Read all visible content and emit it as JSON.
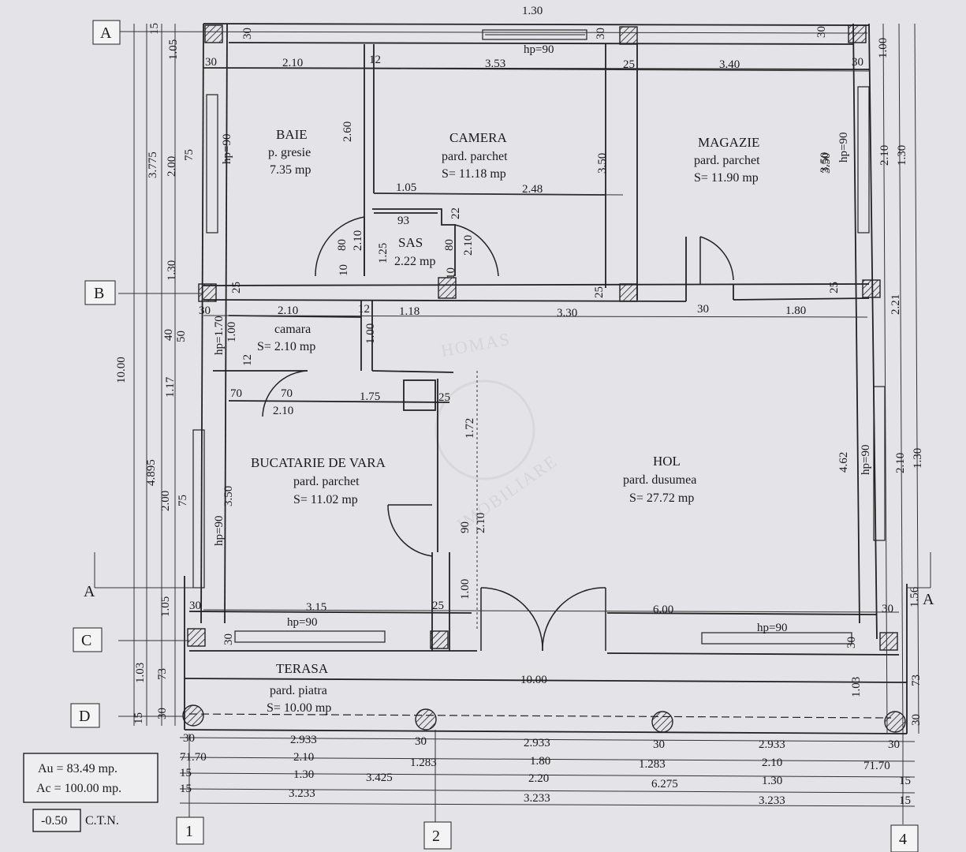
{
  "plan": {
    "grid_rows": [
      "A",
      "B",
      "C",
      "D"
    ],
    "grid_cols": [
      "1",
      "2",
      "4"
    ],
    "section_marker": "A",
    "rooms": {
      "baie": {
        "name": "BAIE",
        "finish": "p. gresie",
        "area": "7.35 mp"
      },
      "camera": {
        "name": "CAMERA",
        "finish": "pard. parchet",
        "area": "S= 11.18 mp"
      },
      "magazie": {
        "name": "MAGAZIE",
        "finish": "pard. parchet",
        "area": "S= 11.90 mp"
      },
      "sas": {
        "name": "SAS",
        "area": "2.22 mp"
      },
      "camara": {
        "name": "camara",
        "area": "S= 2.10 mp"
      },
      "bucatarie": {
        "name": "BUCATARIE DE VARA",
        "finish": "pard. parchet",
        "area": "S= 11.02 mp"
      },
      "hol": {
        "name": "HOL",
        "finish": "pard. dusumea",
        "area": "S= 27.72 mp"
      },
      "terasa": {
        "name": "TERASA",
        "finish": "pard. piatra",
        "area": "S= 10.00 mp"
      }
    },
    "summary": {
      "au": "Au =  83.49 mp.",
      "ac": "Ac = 100.00 mp."
    },
    "level": {
      "value": "-0.50",
      "label": "C.T.N."
    },
    "watermark": [
      "HOMAS",
      "IMOBILIARE"
    ],
    "dims": {
      "top_130": "1.30",
      "hp90_top": "hp=90",
      "r1_30a": "30",
      "r1_210": "2.10",
      "r1_12": "12",
      "r1_353": "3.53",
      "r1_25": "25",
      "r1_340": "3.40",
      "r1_30b": "30",
      "w_30a": "30",
      "w_30b": "30",
      "w_30c": "30",
      "baie_260": "2.60",
      "cam_105": "1.05",
      "cam_248": "2.48",
      "cam_350": "3.50",
      "mag_350": "3.50",
      "sas_93": "93",
      "sas_22": "22",
      "sas_80a": "80",
      "sas_210a": "2.10",
      "sas_125": "1.25",
      "sas_80b": "80",
      "sas_210b": "2.10",
      "sas_10a": "10",
      "sas_10b": "10",
      "bl_25a": "25",
      "bl_25b": "25",
      "bl_25c": "25",
      "r2_30": "30",
      "r2_210": "2.10",
      "r2_12": "12",
      "r2_118": "1.18",
      "r2_330": "3.30",
      "r2_30b": "30",
      "r2_180": "1.80",
      "r2_50": "50",
      "hp170": "hp=1.70",
      "d_100a": "1.00",
      "d_100b": "1.00",
      "d_12": "12",
      "k_70a": "70",
      "k_70b": "70",
      "k_210": "2.10",
      "k_175": "1.75",
      "k_25": "25",
      "k_172": "1.72",
      "k_350": "3.50",
      "hp90_l1": "hp=90",
      "hp90_l2": "hp=90",
      "hp90_r1": "hp=90",
      "hp90_r2": "hp=90",
      "hp90_c": "hp=90",
      "hp90_c2": "hp=90",
      "d_90": "90",
      "d_210c": "2.10",
      "d_100c": "1.00",
      "d_25d": "25",
      "r3_30": "30",
      "r3_315": "3.15",
      "r3_600": "6.00",
      "r3_30b": "30",
      "r3_30c": "30",
      "r3_30d": "30",
      "ter_1000": "10.00",
      "l_15": "15",
      "l_105": "1.05",
      "l_3775": "3.775",
      "l_200": "2.00",
      "l_75": "75",
      "l_130": "1.30",
      "l_40": "40",
      "l_1000": "10.00",
      "l_117": "1.17",
      "l_4895": "4.895",
      "l_200b": "2.00",
      "l_75b": "75",
      "l_105b": "1.05",
      "l_103": "1.03",
      "l_73": "73",
      "l_15b": "15",
      "l_30": "30",
      "r_100": "1.00",
      "r_210": "2.10",
      "r_130": "1.30",
      "r_350": "3.50",
      "r_221": "2.21",
      "r_462": "4.62",
      "r_210b": "2.10",
      "r_130b": "1.30",
      "r_156": "1.56",
      "r_103": "1.03",
      "r_73": "73",
      "r_30": "30",
      "b1_30a": "30",
      "b1_2933a": "2.933",
      "b1_30b": "30",
      "b1_2933b": "2.933",
      "b1_30c": "30",
      "b1_2933c": "2.933",
      "b1_30d": "30",
      "b2_7170a": "71.70",
      "b2_210a": "2.10",
      "b2_1283a": "1.283",
      "b2_180": "1.80",
      "b2_1283b": "1.283",
      "b2_210b": "2.10",
      "b2_7170b": "71.70",
      "b3_15a": "15",
      "b3_130a": "1.30",
      "b3_3425": "3.425",
      "b3_220": "2.20",
      "b3_6275": "6.275",
      "b3_130b": "1.30",
      "b3_15b": "15",
      "b4_15a": "15",
      "b4_3233a": "3.233",
      "b4_3233b": "3.233",
      "b4_3233c": "3.233",
      "b4_15b": "15"
    }
  }
}
